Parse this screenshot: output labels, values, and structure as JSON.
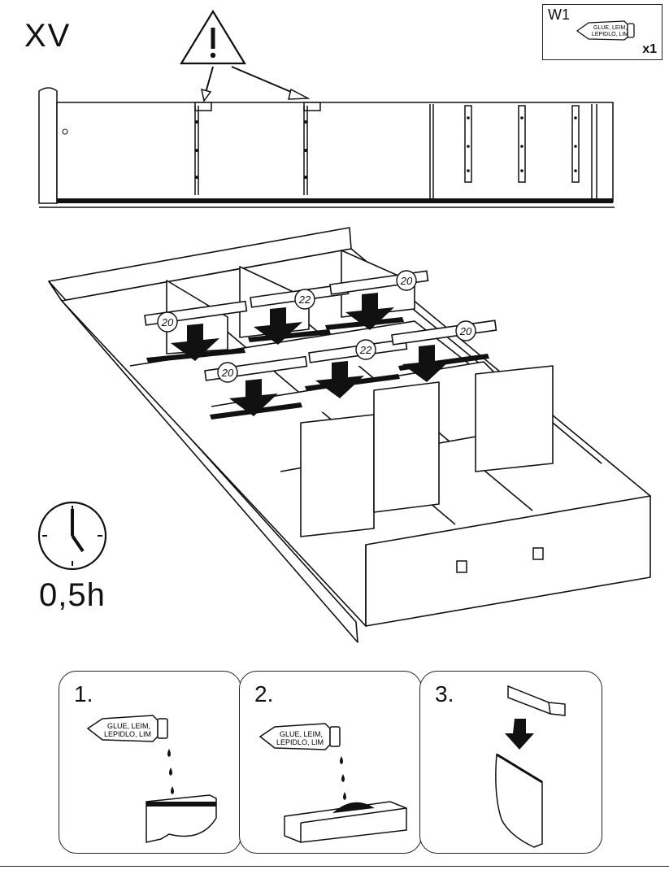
{
  "step": {
    "number": "XV"
  },
  "parts": {
    "id": "W1",
    "qty": "x1",
    "glue_text_line1": "GLUE, LEIM,",
    "glue_text_line2": "LEPIDLO, LIM"
  },
  "time": {
    "label": "0,5h"
  },
  "dowel_labels": [
    "20",
    "22",
    "20",
    "20",
    "22",
    "20"
  ],
  "steps": [
    {
      "number": "1.",
      "glue_line1": "GLUE, LEIM,",
      "glue_line2": "LEPIDLO, LIM"
    },
    {
      "number": "2.",
      "glue_line1": "GLUE, LEIM,",
      "glue_line2": "LEPIDLO, LIM"
    },
    {
      "number": "3."
    }
  ],
  "icons": [
    "warning-icon",
    "glue-tube-icon",
    "clock-icon",
    "arrow-down-icon"
  ]
}
